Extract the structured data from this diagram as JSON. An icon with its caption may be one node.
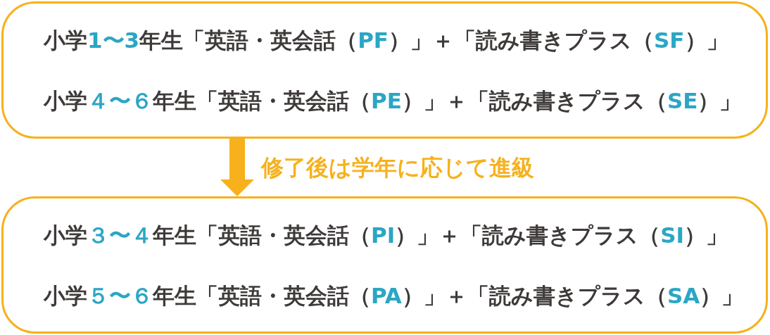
{
  "diagram": {
    "nodes": [
      {
        "text": [
          "小学1〜3年生「英語・英会話（PF）」＋「読み書きプラス（SF）」",
          "小学４〜６年生「英語・英会話（PE）」＋「読み書きプラス（SE）」"
        ]
      },
      {
        "text": [
          "小学３〜４年生「英語・英会話（PI）」＋「読み書きプラス（SI）」",
          "小学５〜６年生「英語・英会話（PA）」＋「読み書きプラス（SA）」"
        ]
      }
    ],
    "edges": [
      {
        "from": 0,
        "to": 1,
        "arrow": "to",
        "label": "修了後は学年に応じて進級"
      }
    ]
  }
}
